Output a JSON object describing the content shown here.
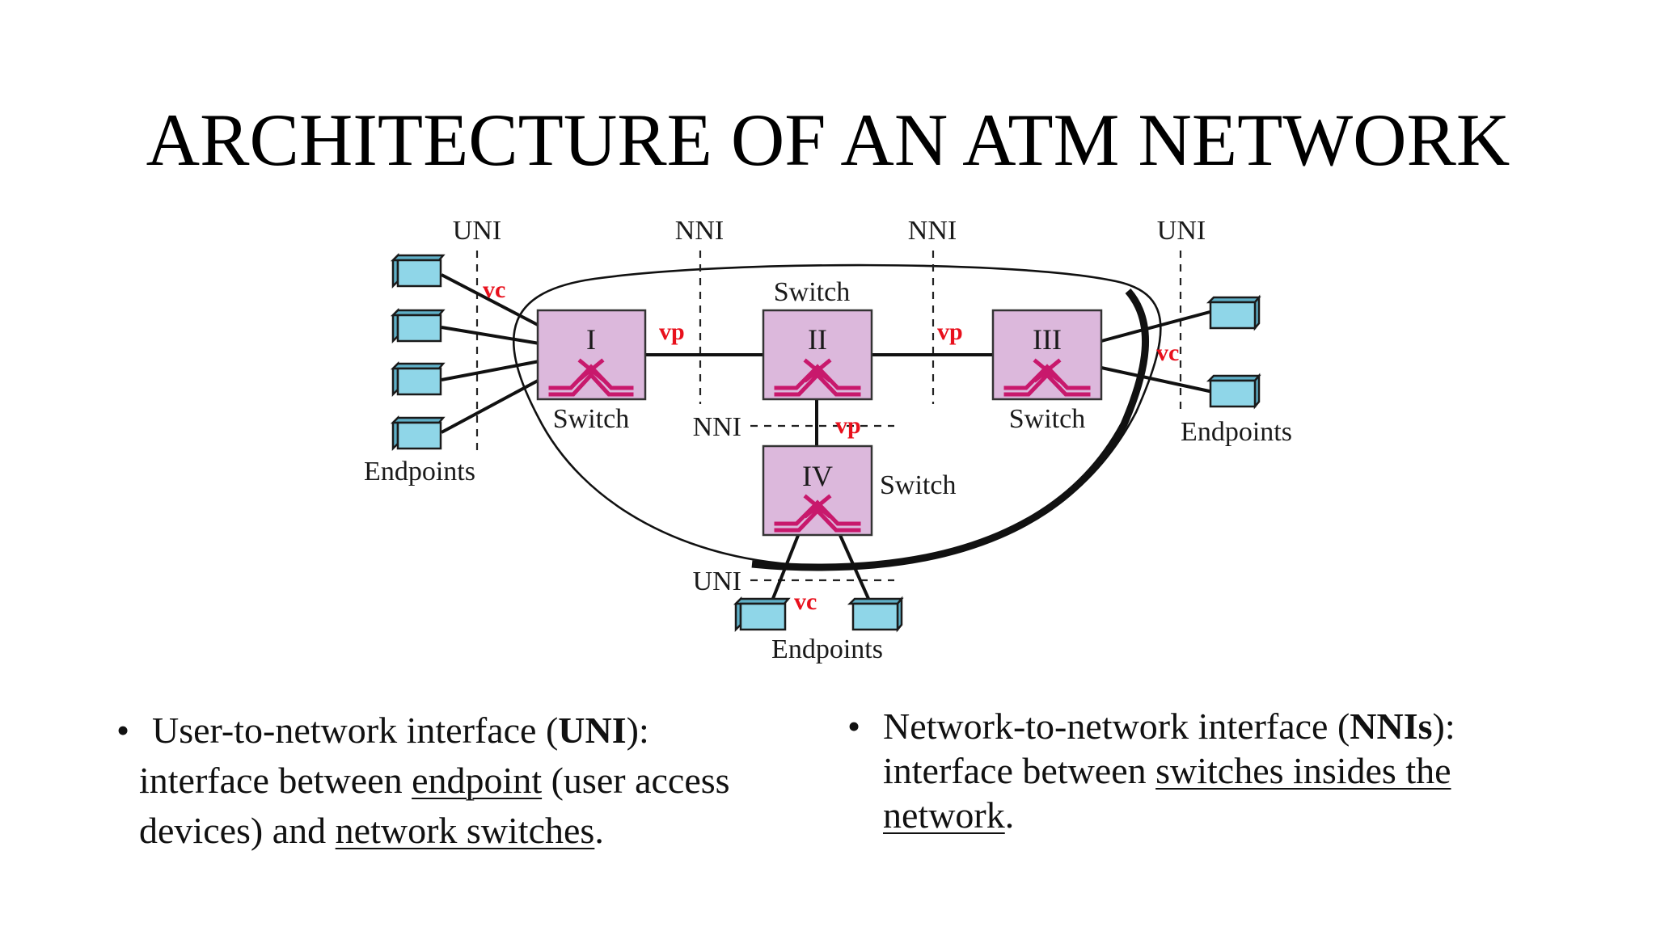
{
  "title": "ARCHITECTURE OF AN ATM NETWORK",
  "diagram": {
    "interfaces": {
      "top_left": "UNI",
      "top_mid_left": "NNI",
      "top_mid_right": "NNI",
      "top_right": "UNI",
      "mid": "NNI",
      "bottom": "UNI"
    },
    "switches": {
      "one": {
        "numeral": "I",
        "label": "Switch"
      },
      "two": {
        "numeral": "II",
        "label": "Switch"
      },
      "three": {
        "numeral": "III",
        "label": "Switch"
      },
      "four": {
        "numeral": "IV",
        "label": "Switch"
      }
    },
    "connections": {
      "vc_left": "vc",
      "vp_one_two": "vp",
      "vp_two_three": "vp",
      "vc_right": "vc",
      "vp_two_four": "vp",
      "vc_bottom": "vc"
    },
    "endpoint_labels": {
      "left": "Endpoints",
      "right": "Endpoints",
      "bottom": "Endpoints"
    },
    "colors": {
      "switch_fill": "#dcb8dc",
      "endpoint_fill": "#8fd6e8",
      "label_red": "#e8101c",
      "crossbar": "#c8186c"
    }
  },
  "bullets": {
    "uni": {
      "mark": "•",
      "intro": "User-to-network interface (",
      "abbr": "UNI",
      "close": "):",
      "line2_pre": "interface between ",
      "line2_link": "endpoint",
      "line2_post": " (user access",
      "line3_pre": "devices) and ",
      "line3_link": "network switches",
      "line3_post": "."
    },
    "nni": {
      "mark": "•",
      "intro": "Network-to-network interface (",
      "abbr": "NNIs",
      "close": "):",
      "line2_pre": "interface between ",
      "line2_link": "switches insides the",
      "line3_link": "network",
      "line3_post": "."
    }
  }
}
